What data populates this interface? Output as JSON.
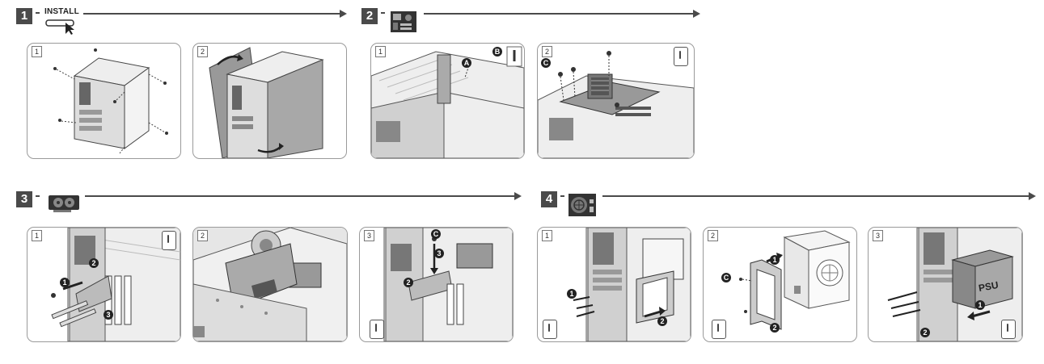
{
  "steps": [
    {
      "number": "1",
      "label": "INSTALL",
      "panels": [
        "1",
        "2"
      ]
    },
    {
      "number": "2",
      "icon": "motherboard-icon",
      "panels": [
        "1",
        "2"
      ],
      "callouts": [
        "A",
        "B",
        "C"
      ]
    },
    {
      "number": "3",
      "icon": "graphics-card-icon",
      "panels": [
        "1",
        "2",
        "3"
      ],
      "callouts": [
        "1",
        "2",
        "3",
        "C"
      ]
    },
    {
      "number": "4",
      "icon": "power-supply-icon",
      "panels": [
        "1",
        "2",
        "3"
      ],
      "callouts": [
        "1",
        "2",
        "C"
      ],
      "psu_label": "PSU"
    }
  ],
  "colors": {
    "badge": "#4a4a4a",
    "line": "#555555",
    "panel_border": "#9a9a9a",
    "case_fill": "#d8d8d8",
    "case_dark": "#8a8a8a"
  }
}
